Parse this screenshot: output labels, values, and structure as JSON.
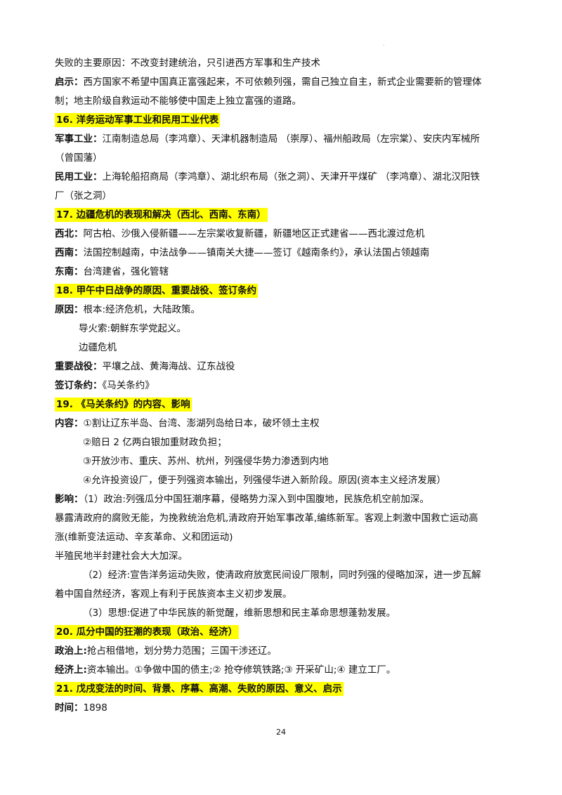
{
  "top_dot": ".",
  "lines": {
    "l1": "失败的主要原因：不改变封建统治，只引进西方军事和生产技术",
    "l2_label": "启示：",
    "l2": "西方国家不希望中国真正富强起来，不可依赖列强，需自己独立自主，新式企业需要新的管理体",
    "l3": "制；地主阶级自救运动不能够使中国走上独立富强的道路。",
    "h16": "16. 洋务运动军事工业和民用工业代表",
    "jun_label": "军事工业：",
    "jun": "江南制造总局（李鸿章）、天津机器制造局 （崇厚）、福州船政局（左宗棠）、安庆内军械所",
    "jun2": "（曾国藩）",
    "min_label": "民用工业：",
    "min": "上海轮船招商局（李鸿章）、湖北织布局（张之洞）、天津开平煤矿 （李鸿章）、湖北汉阳铁",
    "min2": "厂（张之洞）",
    "h17": "17. 边疆危机的表现和解决（西北、西南、东南）",
    "xb_label": "西北：",
    "xb": "阿古柏、沙俄入侵新疆——左宗棠收复新疆，新疆地区正式建省——西北渡过危机",
    "xn_label": "西南：",
    "xn": "法国控制越南，中法战争——镇南关大捷——签订《越南条约》，承认法国占领越南",
    "dn_label": "东南：",
    "dn": "台湾建省，强化管辖",
    "h18": "18. 甲午中日战争的原因、重要战役、签订条约",
    "yy_label": "原因：",
    "yy": "根本:经济危机，大陆政策。",
    "yy2": "导火索:朝鲜东学党起义。",
    "yy3": "边疆危机",
    "zy_label": "重要战役：",
    "zy": "平壤之战、黄海海战、辽东战役",
    "qd_label": "签订条约：",
    "qd": "《马关条约》",
    "h19": "19. 《马关条约》的内容、影响",
    "nr_label": "内容：",
    "nr1": "①割让辽东半岛、台湾、澎湖列岛给日本，破坏领土主权",
    "nr2": "②赔日 2 亿两白银加重财政负担；",
    "nr3": "③开放沙市、重庆、苏州、杭州，列强侵华势力渗透到内地",
    "nr4": "④允许投资设厂，便于列强资本输出，列强侵华进入新阶段。原因(资本主义经济发展）",
    "yx_label": "影响：",
    "yx1": "（1）政治:列强瓜分中国狂潮序幕，侵略势力深入到中国腹地，民族危机空前加深。",
    "yx1b": "暴露清政府的腐败无能，为挽救统治危机,清政府开始军事改革,编练新军。客观上刺激中国救亡运动高",
    "yx1c": "涨(维新变法运动、辛亥革命、义和团运动)",
    "yx1d": "半殖民地半封建社会大大加深。",
    "yx2": "（2）经济:宣告洋务运动失败，使清政府放宽民间设厂限制，同时列强的侵略加深，进一步瓦解",
    "yx2b": "着中国自然经济，客观上有利于民族资本主义初步发展。",
    "yx3": "（3）思想:促进了中华民族的新觉醒，维新思想和民主革命思想蓬勃发展。",
    "h20": "20. 瓜分中国的狂潮的表现（政治、经济）",
    "zz_label": "政治上:",
    "zz": "抢占租借地，划分势力范围；三国干涉还辽。",
    "jj_label": "经济上:",
    "jj": "资本输出。①争做中国的债主;② 抢夺修筑铁路;③ 开采矿山;④ 建立工厂。",
    "h21": "21. 戊戌变法的时间、背景、序幕、高潮、失败的原因、意义、启示",
    "sj_label": "时间：",
    "sj": "1898"
  },
  "page_number": "24"
}
